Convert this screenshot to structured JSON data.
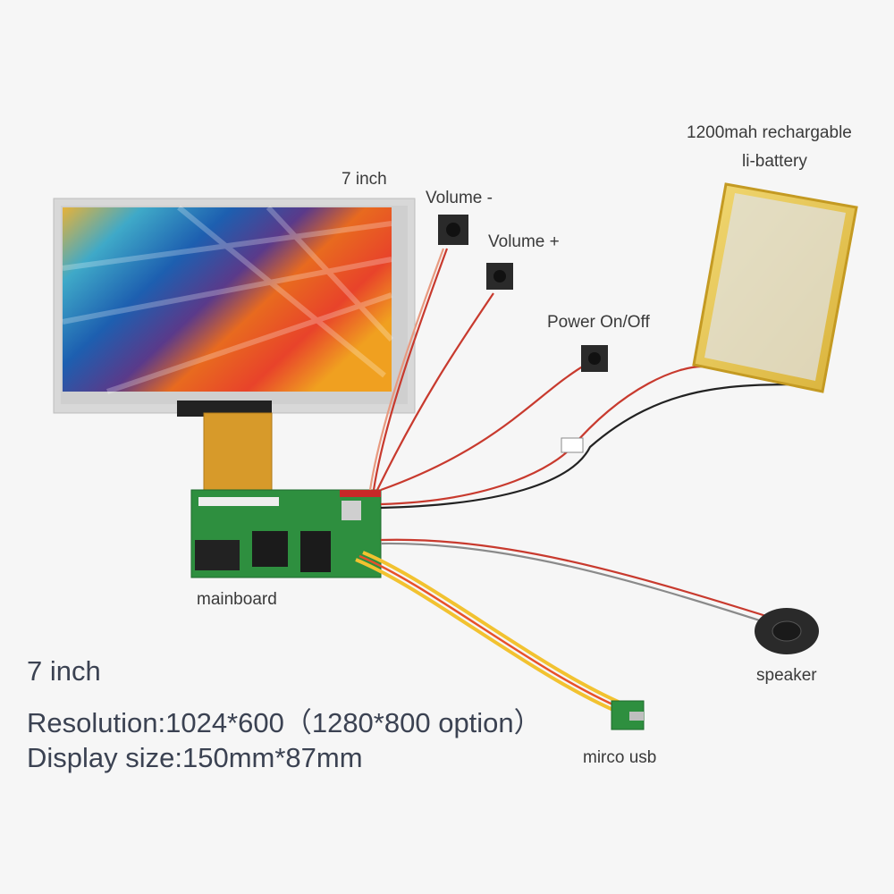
{
  "labels": {
    "screen_size": "7 inch",
    "volume_minus": "Volume -",
    "volume_plus": "Volume +",
    "power": "Power On/Off",
    "battery_line1": "1200mah rechargable",
    "battery_line2": "li-battery",
    "mainboard": "mainboard",
    "speaker": "speaker",
    "usb": "mirco usb"
  },
  "specs": {
    "title": "7 inch",
    "resolution": "Resolution:1024*600（1280*800 option）",
    "display_size": "Display size:150mm*87mm"
  },
  "colors": {
    "background": "#f6f6f6",
    "pcb": "#2e8f3f",
    "fpc": "#d79a2a",
    "battery": "#e8c84a",
    "wire_red": "#d23a2e",
    "wire_yellow": "#f2c230"
  }
}
